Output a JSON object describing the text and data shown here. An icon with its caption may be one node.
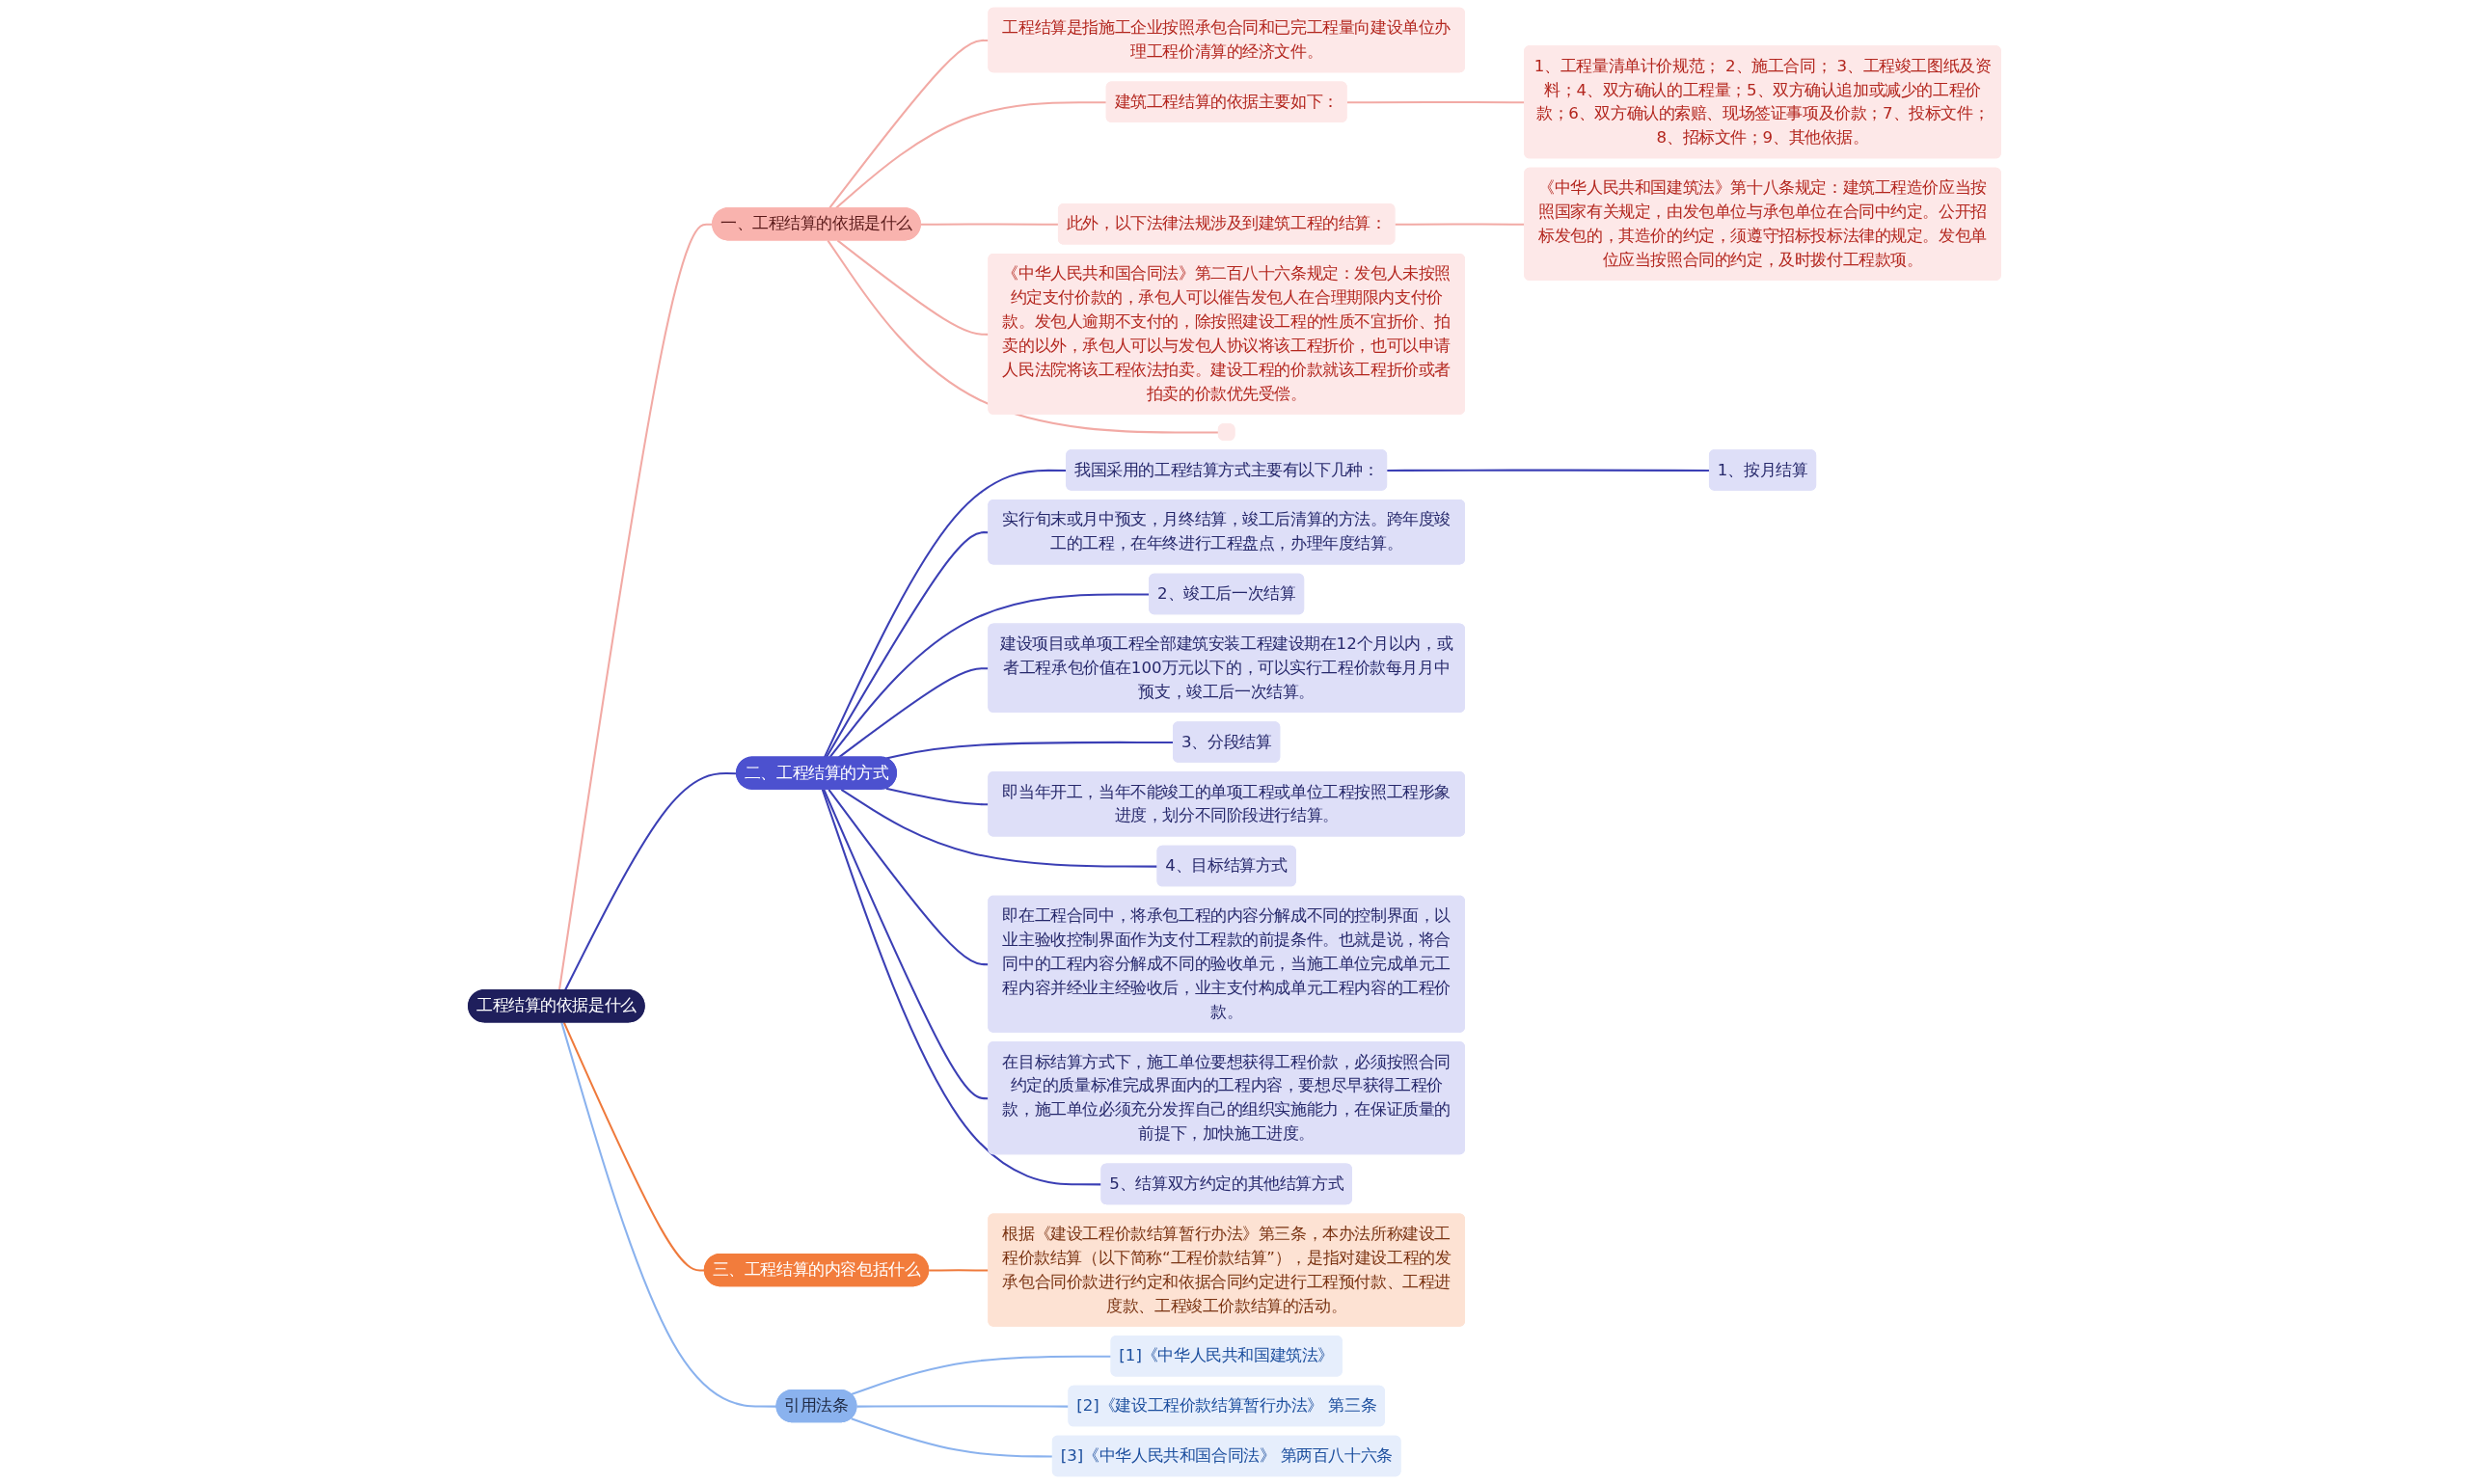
{
  "diagram": {
    "nodes": [
      {
        "text": [
          "工程结算的依据是什么"
        ]
      },
      {
        "text": [
          "一、工程结算的依据是什么"
        ]
      },
      {
        "text": [
          "工程结算是指施工企业按照承包合同和已完工程量向建设单位办理工程价清算的经济文件。"
        ]
      },
      {
        "text": [
          "建筑工程结算的依据主要如下："
        ]
      },
      {
        "text": [
          "1、工程量清单计价规范； 2、施工合同； 3、工程竣工图纸及资料；4、双方确认的工程量；5、双方确认追加或减少的工程价款；6、双方确认的索赔、现场签证事项及价款；7、投标文件；8、招标文件；9、其他依据。"
        ]
      },
      {
        "text": [
          "此外，以下法律法规涉及到建筑工程的结算："
        ]
      },
      {
        "text": [
          "《中华人民共和国建筑法》第十八条规定：建筑工程造价应当按照国家有关规定，由发包单位与承包单位在合同中约定。公开招标发包的，其造价的约定，须遵守招标投标法律的规定。发包单位应当按照合同的约定，及时拨付工程款项。"
        ]
      },
      {
        "text": [
          "《中华人民共和国合同法》第二百八十六条规定：发包人未按照约定支付价款的，承包人可以催告发包人在合理期限内支付价款。发包人逾期不支付的，除按照建设工程的性质不宜折价、拍卖的以外，承包人可以与发包人协议将该工程折价，也可以申请人民法院将该工程依法拍卖。建设工程的价款就该工程折价或者拍卖的价款优先受偿。"
        ]
      },
      {
        "text": [],
        "shape": "box"
      },
      {
        "text": [
          "二、工程结算的方式"
        ]
      },
      {
        "text": [
          "我国采用的工程结算方式主要有以下几种："
        ]
      },
      {
        "text": [
          "1、按月结算"
        ]
      },
      {
        "text": [
          "实行旬末或月中预支，月终结算，竣工后清算的方法。跨年度竣工的工程，在年终进行工程盘点，办理年度结算。"
        ]
      },
      {
        "text": [
          "2、竣工后一次结算"
        ]
      },
      {
        "text": [
          "建设项目或单项工程全部建筑安装工程建设期在12个月以内，或者工程承包价值在100万元以下的，可以实行工程价款每月月中预支，竣工后一次结算。"
        ]
      },
      {
        "text": [
          "3、分段结算"
        ]
      },
      {
        "text": [
          "即当年开工，当年不能竣工的单项工程或单位工程按照工程形象进度，划分不同阶段进行结算。"
        ]
      },
      {
        "text": [
          "4、目标结算方式"
        ]
      },
      {
        "text": [
          "即在工程合同中，将承包工程的内容分解成不同的控制界面，以业主验收控制界面作为支付工程款的前提条件。也就是说，将合同中的工程内容分解成不同的验收单元，当施工单位完成单元工程内容并经业主经验收后，业主支付构成单元工程内容的工程价款。"
        ]
      },
      {
        "text": [
          "在目标结算方式下，施工单位要想获得工程价款，必须按照合同约定的质量标准完成界面内的工程内容，要想尽早获得工程价款，施工单位必须充分发挥自己的组织实施能力，在保证质量的前提下，加快施工进度。"
        ]
      },
      {
        "text": [
          "5、结算双方约定的其他结算方式"
        ]
      },
      {
        "text": [
          "三、工程结算的内容包括什么"
        ]
      },
      {
        "text": [
          "根据《建设工程价款结算暂行办法》第三条，本办法所称建设工程价款结算（以下简称“工程价款结算”），是指对建设工程的发承包合同价款进行约定和依据合同约定进行工程预付款、工程进度款、工程竣工价款结算的活动。"
        ]
      },
      {
        "text": [
          "引用法条"
        ]
      },
      {
        "text": [
          "[1]《中华人民共和国建筑法》"
        ]
      },
      {
        "text": [
          "[2]《建设工程价款结算暂行办法》 第三条"
        ]
      },
      {
        "text": [
          "[3]《中华人民共和国合同法》 第两百八十六条"
        ]
      }
    ],
    "edges": [
      {
        "from": 0,
        "to": 1,
        "arrow": "none",
        "color": "#f2aaa5"
      },
      {
        "from": 1,
        "to": 2,
        "arrow": "none",
        "color": "#f2aaa5"
      },
      {
        "from": 1,
        "to": 3,
        "arrow": "none",
        "color": "#f2aaa5"
      },
      {
        "from": 3,
        "to": 4,
        "arrow": "none",
        "color": "#f2aaa5"
      },
      {
        "from": 1,
        "to": 5,
        "arrow": "none",
        "color": "#f2aaa5"
      },
      {
        "from": 5,
        "to": 6,
        "arrow": "none",
        "color": "#f2aaa5"
      },
      {
        "from": 1,
        "to": 7,
        "arrow": "none",
        "color": "#f2aaa5"
      },
      {
        "from": 1,
        "to": 8,
        "arrow": "none",
        "color": "#f2aaa5"
      },
      {
        "from": 0,
        "to": 9,
        "arrow": "none"
      },
      {
        "from": 9,
        "to": 10,
        "arrow": "none"
      },
      {
        "from": 10,
        "to": 11,
        "arrow": "none"
      },
      {
        "from": 9,
        "to": 12,
        "arrow": "none"
      },
      {
        "from": 9,
        "to": 13,
        "arrow": "none"
      },
      {
        "from": 9,
        "to": 14,
        "arrow": "none"
      },
      {
        "from": 9,
        "to": 15,
        "arrow": "none"
      },
      {
        "from": 9,
        "to": 16,
        "arrow": "none"
      },
      {
        "from": 9,
        "to": 17,
        "arrow": "none"
      },
      {
        "from": 9,
        "to": 18,
        "arrow": "none"
      },
      {
        "from": 9,
        "to": 19,
        "arrow": "none"
      },
      {
        "from": 9,
        "to": 20,
        "arrow": "none"
      },
      {
        "from": 0,
        "to": 21,
        "arrow": "none",
        "color": "#ef7a3c"
      },
      {
        "from": 21,
        "to": 22,
        "arrow": "none",
        "color": "#ef7a3c"
      },
      {
        "from": 0,
        "to": 23,
        "arrow": "none",
        "color": "#8ab2ee"
      },
      {
        "from": 23,
        "to": 24,
        "arrow": "none",
        "color": "#8ab2ee"
      },
      {
        "from": 23,
        "to": 25,
        "arrow": "none",
        "color": "#8ab2ee"
      },
      {
        "from": 23,
        "to": 26,
        "arrow": "none",
        "color": "#8ab2ee"
      }
    ]
  }
}
